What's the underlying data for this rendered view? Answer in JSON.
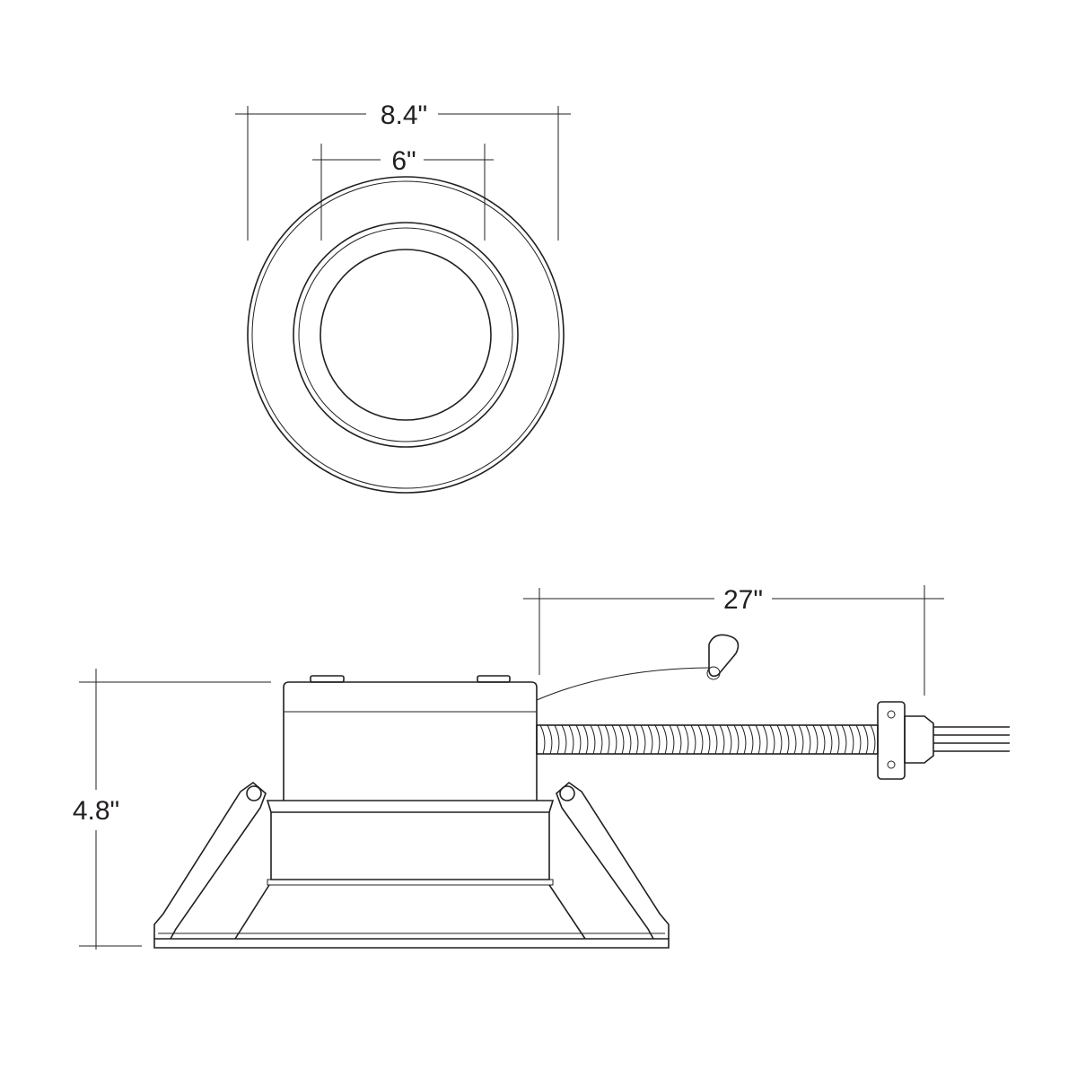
{
  "dimensions": {
    "trim_diameter": "8.4\"",
    "aperture_diameter": "6\"",
    "height": "4.8\"",
    "cable_length": "27\""
  },
  "colors": {
    "line": "#231f20",
    "background": "#ffffff"
  }
}
